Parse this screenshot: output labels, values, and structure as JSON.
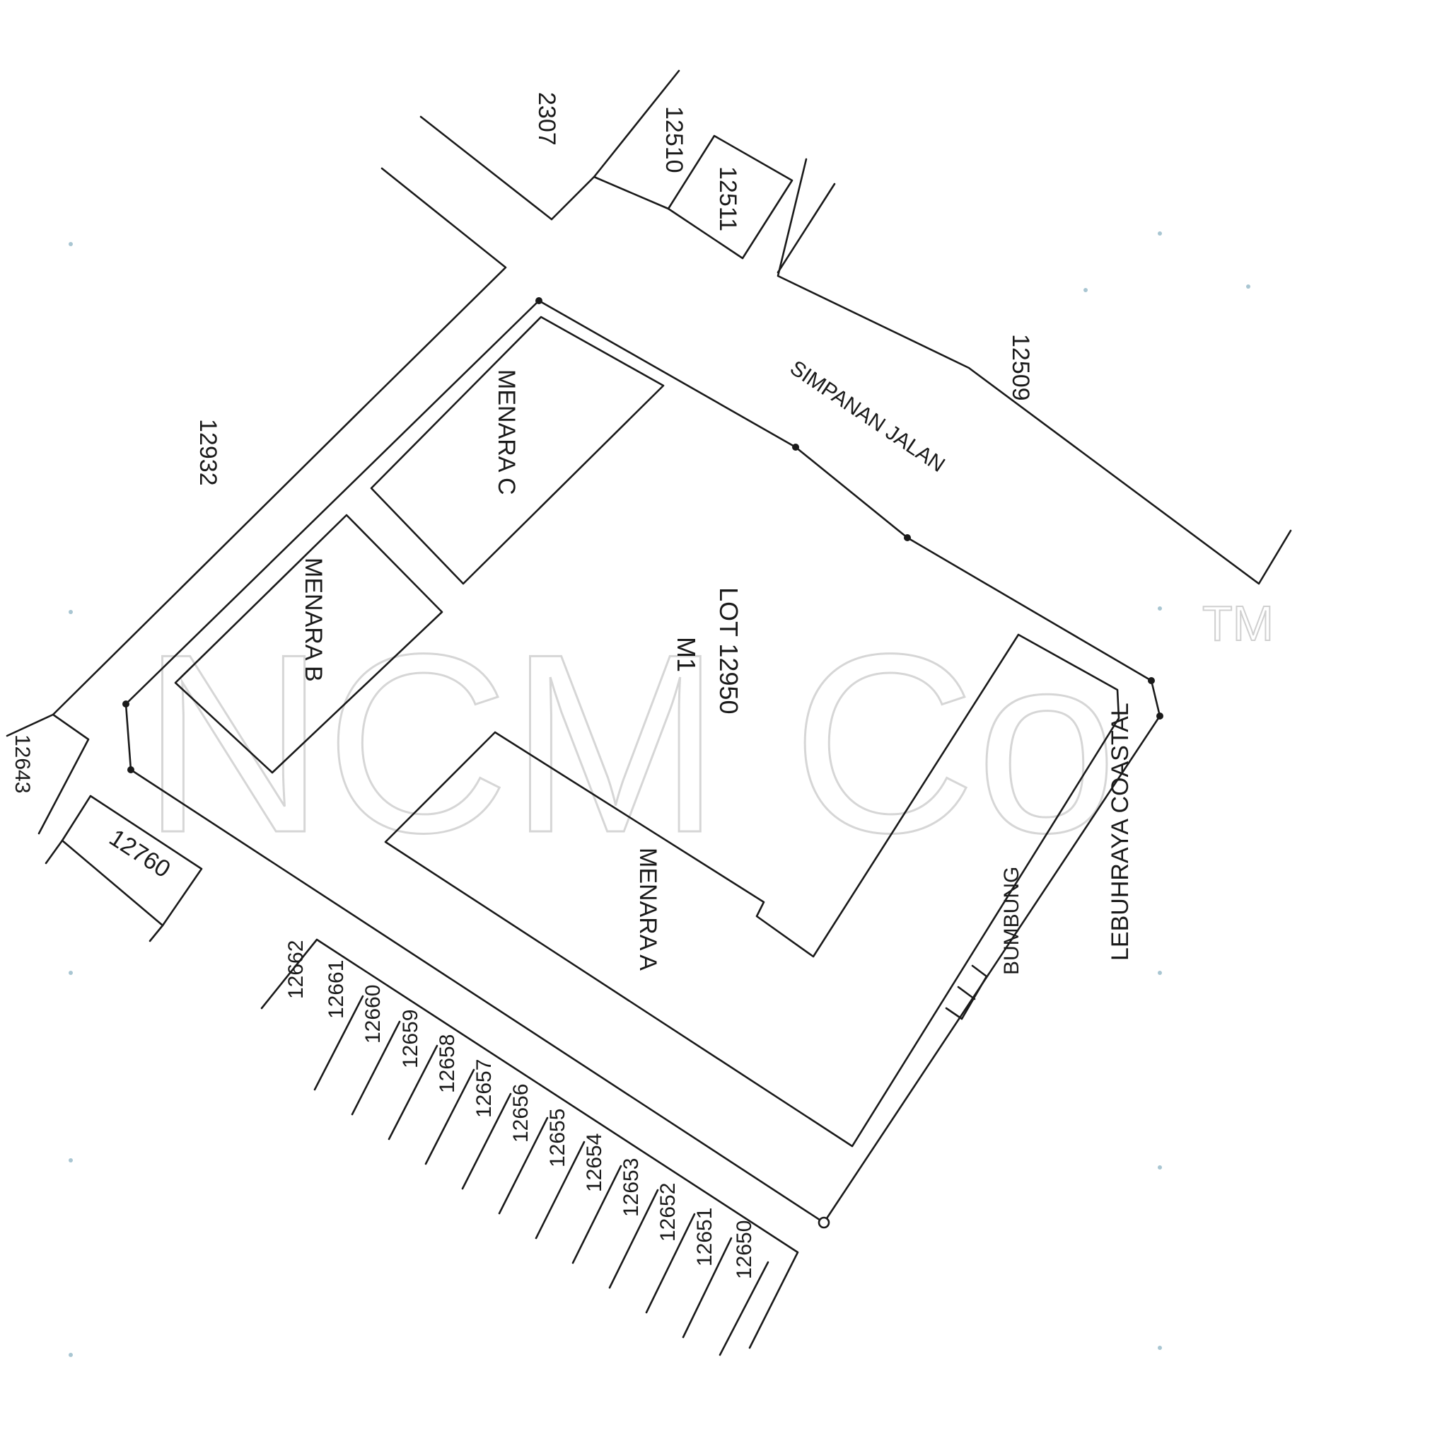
{
  "lots": {
    "subject_lot": "LOT 12950",
    "subject_id": "M1",
    "north_small_a": "2307",
    "north_small_b": "12510",
    "north_small_c": "12511",
    "east": "12509",
    "west": "12932",
    "sw_corner": "12643",
    "sw_lot": "12760",
    "row": [
      "12662",
      "12661",
      "12660",
      "12659",
      "12658",
      "12657",
      "12656",
      "12655",
      "12654",
      "12653",
      "12652",
      "12651",
      "12650"
    ]
  },
  "buildings": {
    "a": "MENARA A",
    "b": "MENARA B",
    "c": "MENARA C"
  },
  "roads": {
    "reserve": "SIMPANAN JALAN",
    "highway": "LEBUHRAYA COASTAL",
    "roof": "BUMBUNG"
  },
  "watermark": {
    "text": "NCM Co",
    "tm": "TM"
  }
}
